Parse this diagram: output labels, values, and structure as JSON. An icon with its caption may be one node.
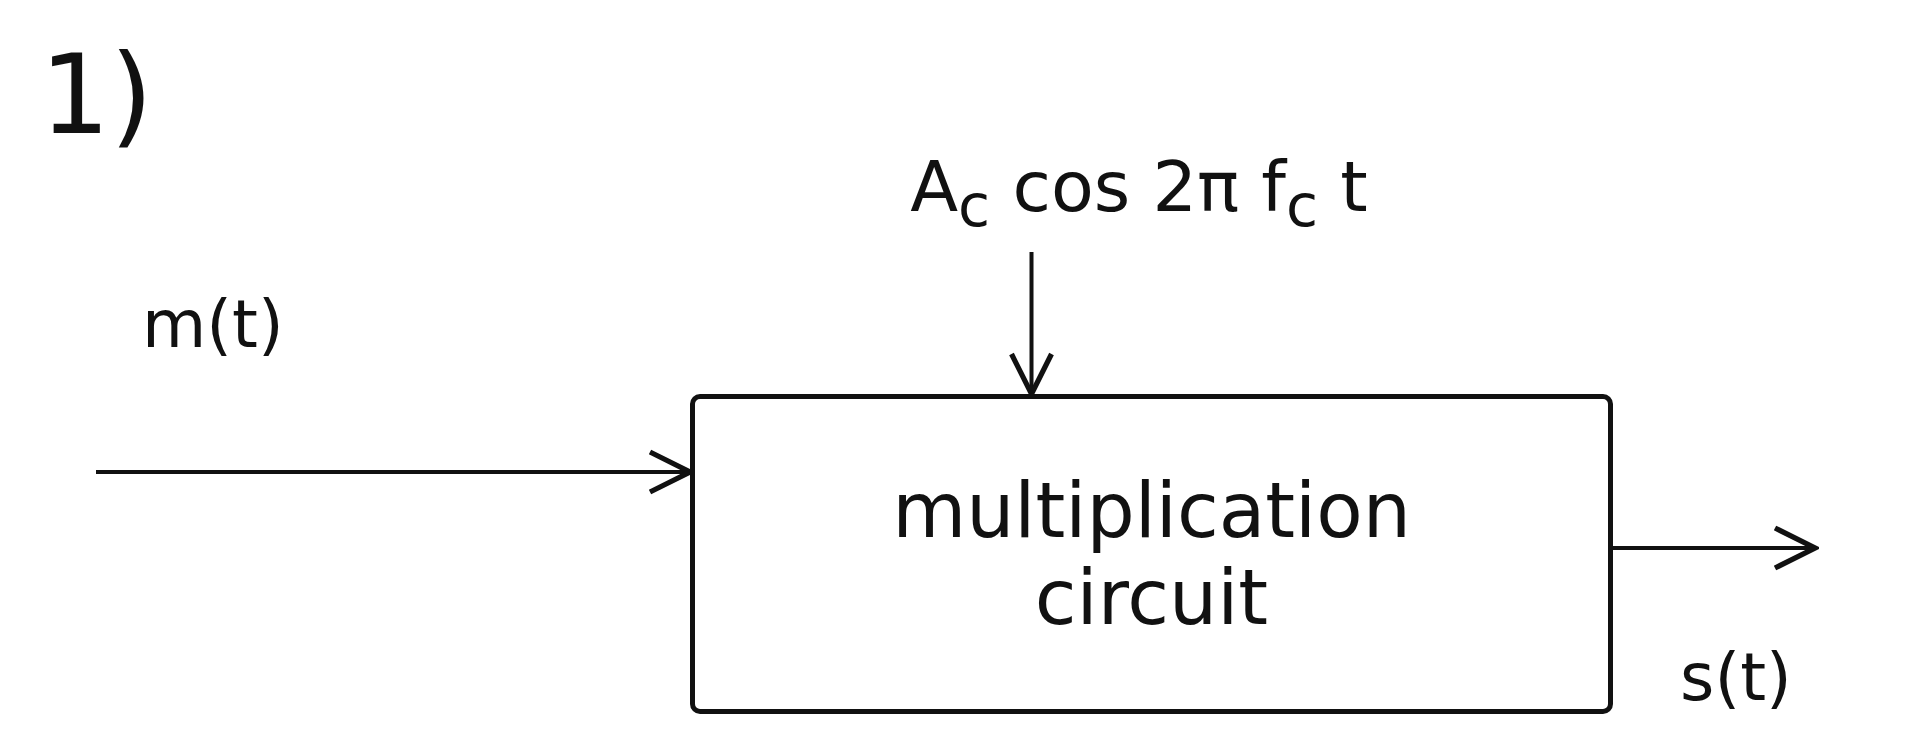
{
  "diagram": {
    "nodes": [
      {
        "text": [
          "A$_{c}$ cos 2π f$_{c}$ t"
        ]
      },
      {
        "text": [
          "multiplication circuit"
        ]
      }
    ],
    "edges": [
      {
        "from": null,
        "to": 1,
        "arrow": "to",
        "label": "m(t)"
      },
      {
        "from": 0,
        "to": 1,
        "arrow": "to"
      },
      {
        "from": 1,
        "to": null,
        "arrow": "to",
        "label": "s(t)"
      }
    ],
    "labels": [
      "1)"
    ]
  }
}
